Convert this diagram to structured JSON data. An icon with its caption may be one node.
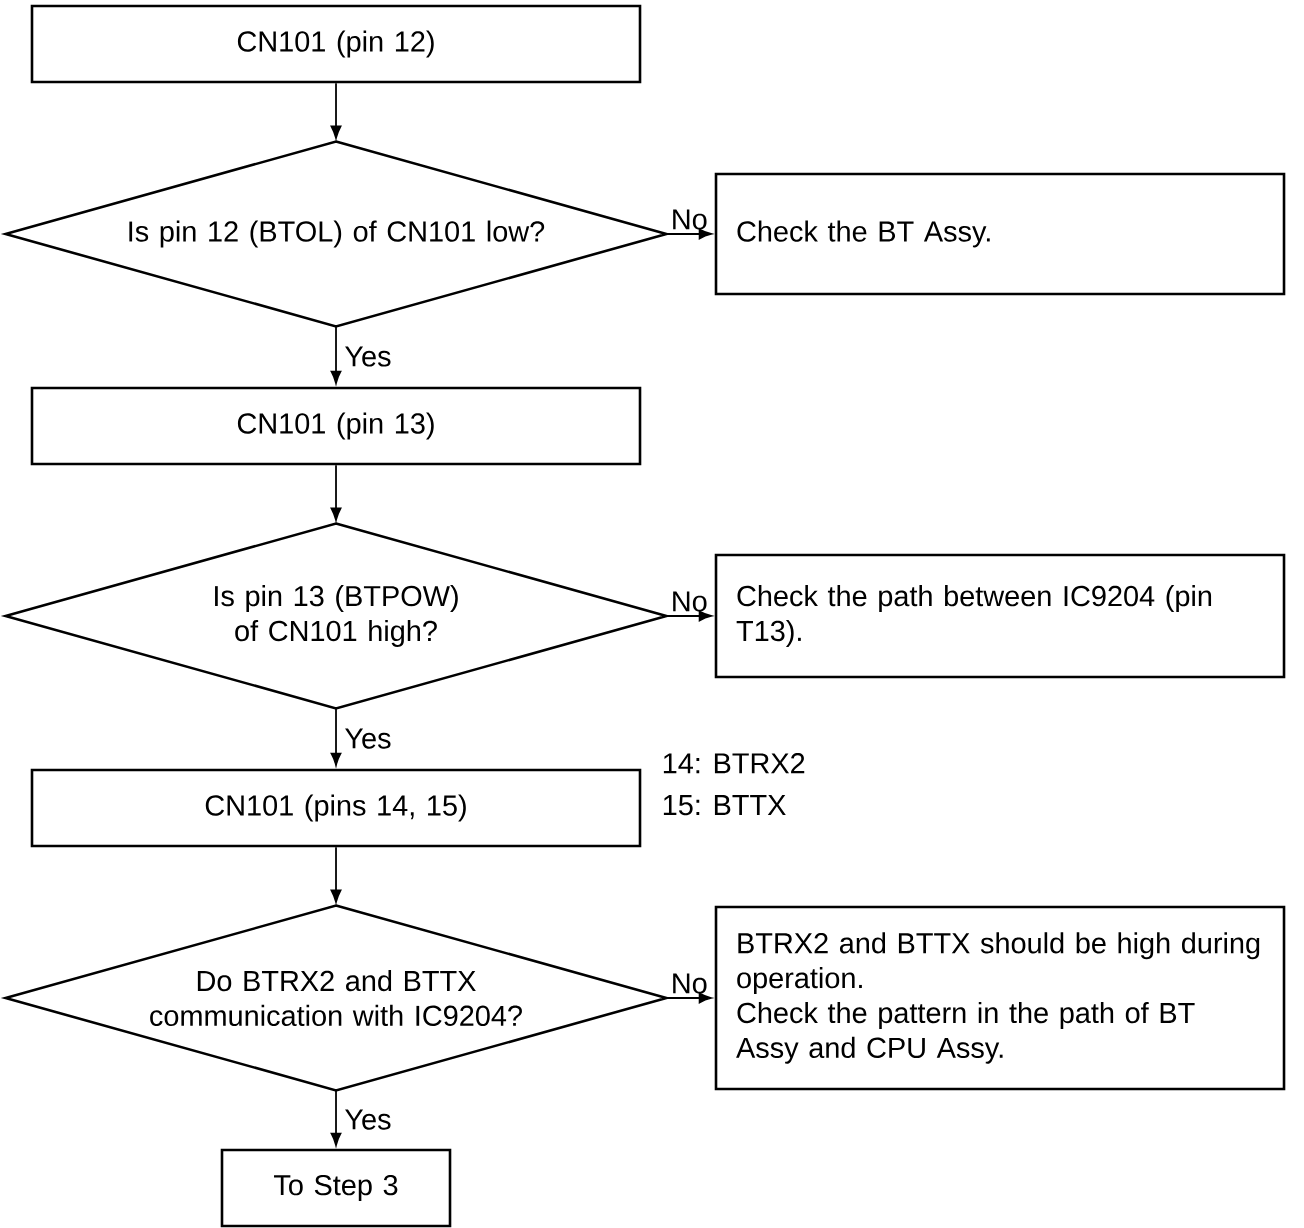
{
  "diagram": {
    "nodes": [
      {
        "text": [
          "CN101 (pin 12)"
        ]
      },
      {
        "text": [
          "Is pin 12 (BTOL) of CN101 low?"
        ]
      },
      {
        "text": [
          "Check the BT Assy."
        ]
      },
      {
        "text": [
          "CN101 (pin 13)"
        ]
      },
      {
        "text": [
          "Is pin 13 (BTPOW) of CN101 high?"
        ]
      },
      {
        "text": [
          "Check the path between IC9204 (pin T13)."
        ]
      },
      {
        "text": [
          "CN101 (pins 14, 15)"
        ],
        "beside": [
          "14: BTRX2",
          "15: BTTX"
        ]
      },
      {
        "text": [
          "Do BTRX2 and BTTX communication with IC9204?"
        ]
      },
      {
        "text": [
          "BTRX2 and BTTX should be high during operation.",
          "Check the pattern in the path of BT Assy and CPU Assy."
        ]
      },
      {
        "text": [
          "To Step 3"
        ]
      }
    ],
    "edges": [
      {
        "from": 0,
        "to": 1,
        "arrow": "to"
      },
      {
        "from": 1,
        "to": 2,
        "arrow": "to",
        "label": "No"
      },
      {
        "from": 1,
        "to": 3,
        "arrow": "to",
        "label": "Yes"
      },
      {
        "from": 3,
        "to": 4,
        "arrow": "to"
      },
      {
        "from": 4,
        "to": 5,
        "arrow": "to",
        "label": "No"
      },
      {
        "from": 4,
        "to": 6,
        "arrow": "to",
        "label": "Yes"
      },
      {
        "from": 6,
        "to": 7,
        "arrow": "to"
      },
      {
        "from": 7,
        "to": 8,
        "arrow": "to",
        "label": "No"
      },
      {
        "from": 7,
        "to": 9,
        "arrow": "to",
        "label": "Yes"
      }
    ]
  }
}
